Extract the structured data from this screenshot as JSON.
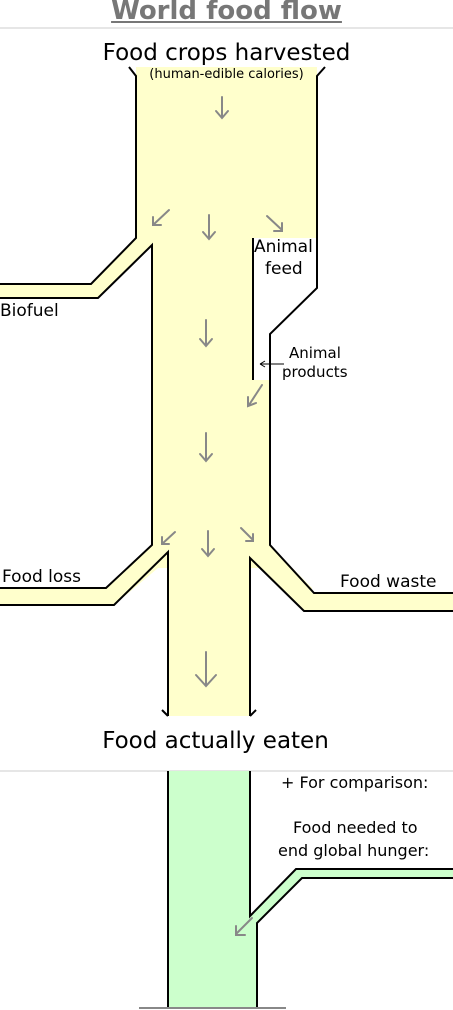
{
  "title": "World food flow",
  "crops": {
    "label": "Food crops harvested",
    "sublabel": "(human-edible calories)"
  },
  "animal_feed": {
    "line1": "Animal",
    "line2": "feed"
  },
  "biofuel": {
    "label": "Biofuel"
  },
  "animal_products": {
    "line1": "Animal",
    "line2": "products"
  },
  "food_loss": {
    "label": "Food loss"
  },
  "food_waste": {
    "label": "Food waste"
  },
  "eaten": {
    "label": "Food actually eaten"
  },
  "comparison": {
    "heading": "+ For comparison:",
    "line1": "Food needed to",
    "line2": "end global hunger:"
  },
  "colors": {
    "flow": "#ffffcc",
    "hunger": "#ccffcc",
    "arrow": "#888888",
    "title": "#777777",
    "separator": "#cccccc"
  }
}
